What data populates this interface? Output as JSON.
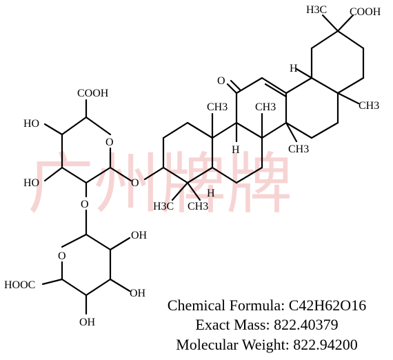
{
  "labels": {
    "cooh_top_right": "COOH",
    "h3c_top": "H3C",
    "h_top": "H",
    "ch3_right": "CH3",
    "o_ketone": "O",
    "ch3_a": "CH3",
    "ch3_b": "CH3",
    "ch3_c": "CH3",
    "h_mid_a": "H",
    "h_mid_b": "H",
    "o_ether": "O",
    "h3c_bottom": "H3C",
    "ch3_bottom": "CH3",
    "cooh_sugar1": "COOH",
    "ho_1": "HO",
    "o_ring1": "O",
    "ho_2": "HO",
    "o_link": "O",
    "oh_sugar2": "OH",
    "o_ring2": "O",
    "hooc_sugar2": "HOOC",
    "oh_b1": "OH",
    "oh_b2": "OH"
  },
  "watermark": "广州牌牌",
  "formula": {
    "label": "Chemical Formula:",
    "value": "C42H62O16",
    "exact_mass": "Exact Mass: 822.40379",
    "molecular_weight": "Molecular Weight: 822.94200"
  }
}
